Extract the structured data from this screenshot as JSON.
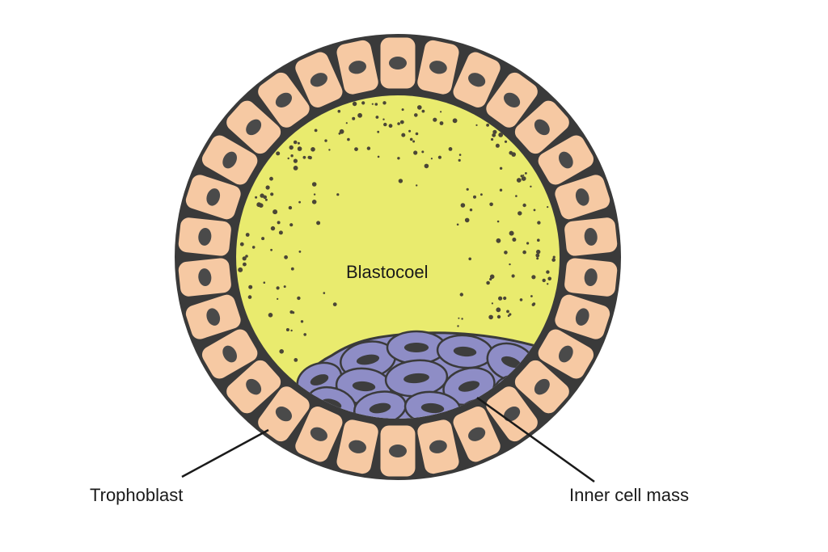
{
  "labels": {
    "blastocoel": "Blastocoel",
    "trophoblast": "Trophoblast",
    "inner_cell_mass": "Inner cell mass"
  },
  "colors": {
    "background": "#ffffff",
    "trophoblast_cell": "#f6c9a3",
    "cell_outline": "#3a3a3a",
    "nucleus": "#4a4a4a",
    "blastocoel_fluid": "#e9eb6e",
    "blastocoel_specks": "#4b4636",
    "inner_cell_mass": "#8e8dc6",
    "icm_nucleus": "#3d3d3d",
    "leader_line": "#1a1a1a"
  }
}
